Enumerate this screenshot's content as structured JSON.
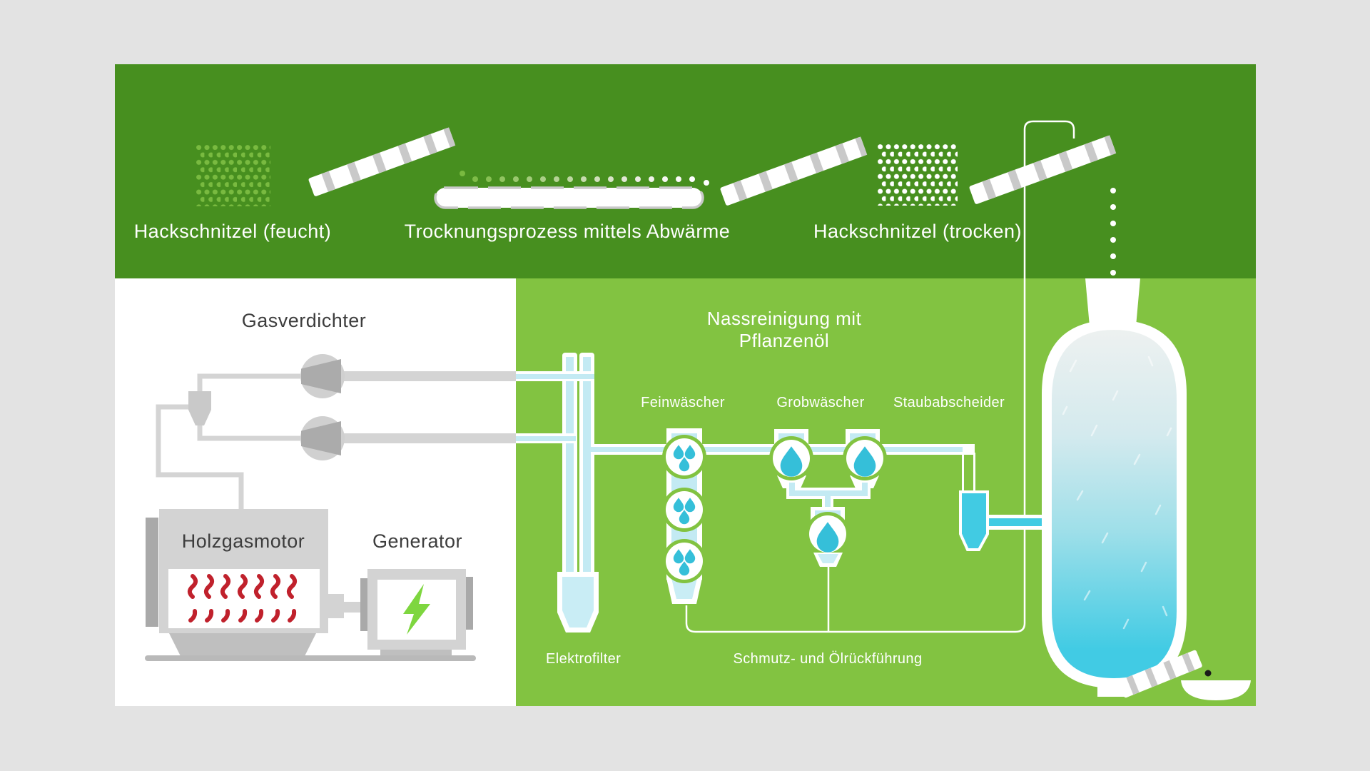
{
  "labels": {
    "wet_chips": "Hackschnitzel (feucht)",
    "drying_process": "Trocknungsprozess mittels Abwärme",
    "dry_chips": "Hackschnitzel (trocken)",
    "compressor": "Gasverdichter",
    "engine": "Holzgasmotor",
    "generator": "Generator",
    "wet_cleaning_1": "Nassreinigung mit",
    "wet_cleaning_2": "Pflanzenöl",
    "fine_scrubber": "Feinwäscher",
    "coarse_scrubber": "Grobwäscher",
    "dust_separator": "Staubabscheider",
    "electro_filter": "Elektrofilter",
    "dirt_oil_return": "Schmutz- und Ölrückführung"
  },
  "icons": {
    "wet_chips": "wood-chips-icon",
    "dry_chips": "wood-chips-icon",
    "conveyor": "conveyor-belt-icon",
    "drying_drum": "drying-drum-icon",
    "compressor": "compressor-icon",
    "gas_filter": "gas-filter-icon",
    "engine": "engine-flames-icon",
    "generator": "lightning-bolt-icon",
    "scrubber": "droplet-washer-icon",
    "electro_filter": "electrofilter-funnel-icon",
    "dust_separator": "cyclone-funnel-icon",
    "reactor": "gas-reactor-vessel-icon",
    "ash_bowl": "ash-bowl-icon"
  },
  "colors": {
    "background": "#e3e3e3",
    "band_dark_green": "#478f1f",
    "band_light_green": "#82c341",
    "chip_dot_green": "#79ba40",
    "pipe_gray": "#d4d4d4",
    "machine_gray": "#d3d3d3",
    "machine_gray_dark": "#a9a9a9",
    "machine_gray_base": "#bfbfbf",
    "compressor_cone_gray": "#ababab",
    "belt_stripe_gray": "#c9c9c9",
    "text_dark": "#3d3d3d",
    "flame_red": "#c0212c",
    "bolt_green": "#7ed63f",
    "pipe_cyan": "#c3eaf3",
    "funnel_cyan": "#c9edf5",
    "droplet_teal": "#35bfd9",
    "strong_cyan": "#41cbe3",
    "vessel_liquid_top": "#edf1f0",
    "vessel_liquid_mid": "#9edfe9",
    "vessel_liquid_bottom": "#41cbe4",
    "soot_black": "#1a1a1a"
  }
}
